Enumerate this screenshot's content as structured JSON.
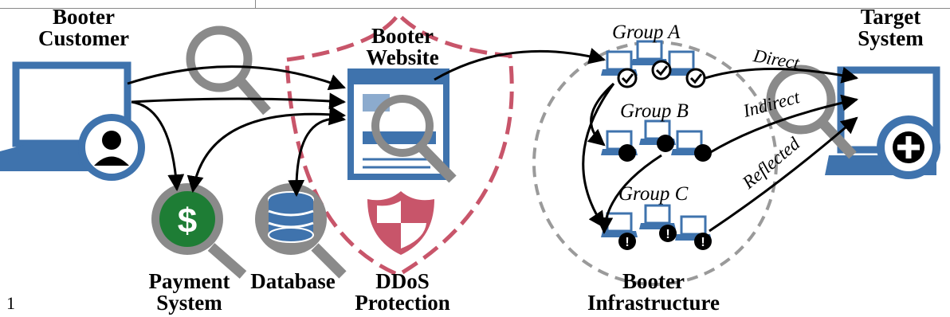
{
  "colors": {
    "device_blue": "#3f73ad",
    "device_fill": "#ffffff",
    "magnifier_gray": "#8a8a8a",
    "shield_red": "#c8556a",
    "dollar_green": "#1e7d35",
    "cluster_gray": "#9a9a9a",
    "arrow": "#000000"
  },
  "labels": {
    "booter_customer": "Booter Customer",
    "booter_website": "Booter Website",
    "target_system": "Target System",
    "payment_system": "Payment System",
    "database": "Database",
    "ddos_protection": "DDoS Protection",
    "booter_infrastructure": "Booter Infrastructure"
  },
  "groups": {
    "a": "Group A",
    "b": "Group B",
    "c": "Group C"
  },
  "attack_types": {
    "direct": "Direct",
    "indirect": "Indirect",
    "reflected": "Reflected"
  },
  "page_number": "1",
  "icons": {
    "customer": "laptop-user-icon",
    "payment": "dollar-coin-icon",
    "database": "database-icon",
    "website": "browser-window-icon",
    "shield": "shield-icon",
    "target": "laptop-target-icon",
    "magnifier": "magnifier-icon",
    "bot_check": "checkmark-icon",
    "bot_bug": "bug-icon",
    "bot_alert": "exclamation-icon"
  }
}
